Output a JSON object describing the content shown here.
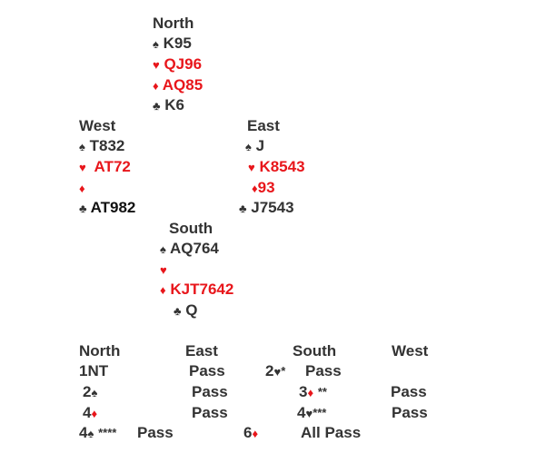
{
  "hands": {
    "north": {
      "label": "North",
      "spades": "K95",
      "hearts": "QJ96",
      "diamonds": "AQ85",
      "clubs": "K6"
    },
    "west": {
      "label": "West",
      "spades": "T832",
      "hearts": "AT72",
      "diamonds": "",
      "clubs": "AT982"
    },
    "east": {
      "label": "East",
      "spades": "J",
      "hearts": "K8543",
      "diamonds": "93",
      "clubs": "J7543"
    },
    "south": {
      "label": "South",
      "spades": "AQ764",
      "hearts": "",
      "diamonds": "KJT7642",
      "clubs": "Q"
    }
  },
  "suits": {
    "spade": "♠",
    "heart": "♥",
    "diamond": "♦",
    "club": "♣"
  },
  "auction": {
    "headers": [
      "North",
      "East",
      "South",
      "West"
    ],
    "r1": {
      "n": "1NT",
      "e": "Pass",
      "s_level": "2",
      "s_note": "*",
      "w": "Pass"
    },
    "r2": {
      "n_level": "2",
      "e": "Pass",
      "s_level": "3",
      "s_note": "**",
      "w": "Pass"
    },
    "r3": {
      "n_level": "4",
      "e": "Pass",
      "s_level": "4",
      "s_note": "***",
      "w": "Pass"
    },
    "r4": {
      "n_level": "4",
      "n_note": "****",
      "e": "Pass",
      "s_level": "6",
      "w": "All Pass"
    }
  },
  "colors": {
    "red": "#e8161b",
    "text": "#333333"
  }
}
